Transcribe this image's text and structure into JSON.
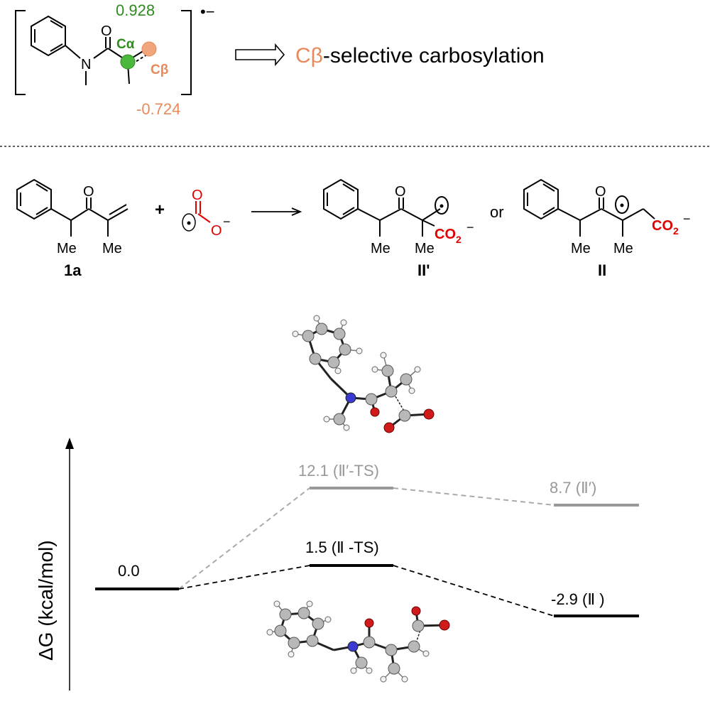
{
  "colors": {
    "black": "#000000",
    "grey": "#999999",
    "green": "#2e8b1e",
    "orange": "#e8895a",
    "red": "#e00000",
    "oxygen_atom": "#d11a1a",
    "nitrogen_atom": "#3a3ad0",
    "carbon_atom": "#b8b8b8",
    "hydrogen_atom": "#f2f2f2"
  },
  "top": {
    "charge": "•−",
    "spin_alpha": "0.928",
    "spin_beta": "-0.724",
    "atom_o": "O",
    "atom_n": "N",
    "c_alpha": "Cα",
    "c_beta": "Cβ",
    "headline_prefix": "Cβ",
    "headline_suffix": "-selective carbosylation"
  },
  "reaction": {
    "plus": "+",
    "co2_o": "O",
    "co2_minus": "−",
    "o_label": "O",
    "me": "Me",
    "co2_label": "CO",
    "co2_sub": "2",
    "or": "or",
    "label_1a": "1a",
    "label_IIp": "II'",
    "label_II": "II"
  },
  "energy_profile": {
    "y_axis_label": "ΔG (kcal/mol)",
    "levels": [
      {
        "label": "0.0",
        "value": 0.0
      },
      {
        "label": "12.1 (Ⅱ′-TS)",
        "value": 12.1
      },
      {
        "label": "8.7 (Ⅱ′)",
        "value": 8.7
      },
      {
        "label": "1.5 (Ⅱ -TS)",
        "value": 1.5
      },
      {
        "label": "-2.9 (Ⅱ )",
        "value": -2.9
      }
    ]
  }
}
